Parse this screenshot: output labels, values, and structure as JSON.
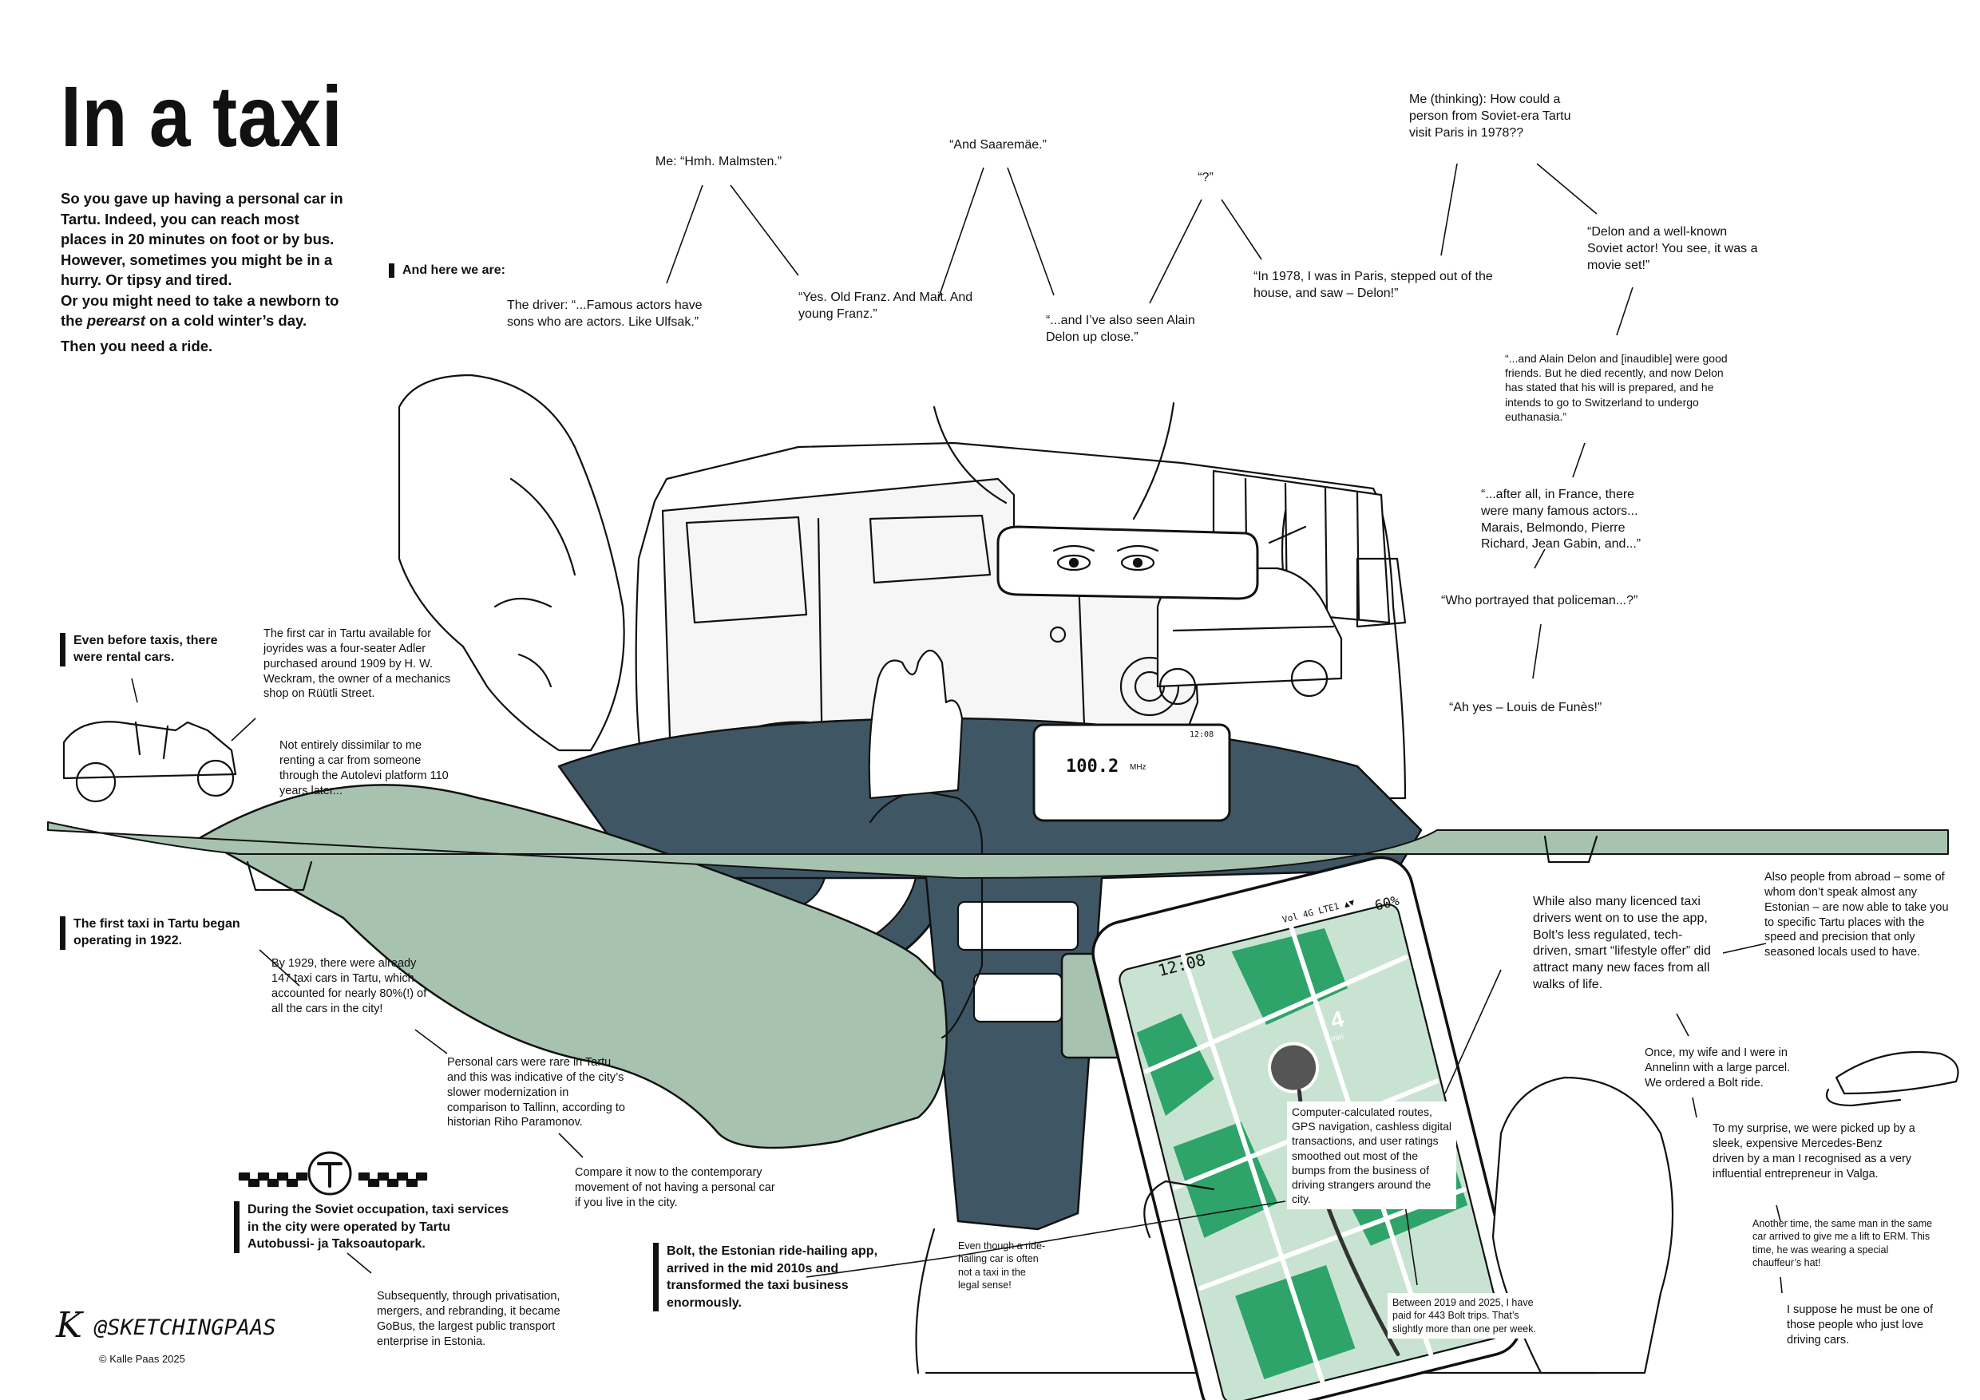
{
  "title": "In a taxi",
  "intro": {
    "p1_a": "So you gave up having a personal car in Tartu. Indeed, you can reach most places in 20 minutes on foot or by bus. However, sometimes you might be in a hurry. Or tipsy and tired.",
    "p1_b": "Or you might need to take a newborn to the ",
    "p1_em": "perearst",
    "p1_c": " on a cold winter’s day.",
    "p2": "Then you need a ride."
  },
  "here_we_are": "And here we are:",
  "dialogue": {
    "d1": "The driver: “...Famous actors have sons who are actors. Like Ulfsak.”",
    "d2": "Me: “Hmh. Malmsten.”",
    "d3": "“Yes. Old Franz. And Mait. And young Franz.”",
    "d4": "“And Saaremäe.”",
    "d5": "“...and I’ve also seen Alain Delon up close.”",
    "d6": "“?”",
    "d7": "“In 1978, I was in Paris, stepped out of the house, and saw – Delon!”",
    "d8": "Me (thinking): How could a person from Soviet-era Tartu visit Paris in 1978??",
    "d9": "“Delon and a well-known Soviet actor! You see, it was a movie set!”",
    "d10": "“...and Alain Delon and [inaudible] were good friends. But he died recently, and now Delon has stated that his will is prepared, and he intends to go to Switzerland to undergo euthanasia.”",
    "d11": "“...after all, in France, there were many famous actors... Marais, Belmondo, Pierre Richard, Jean Gabin, and...”",
    "d12": "“Who portrayed that policeman...?”",
    "d13": "“Ah yes – Louis de Funès!”"
  },
  "history": {
    "rental_heading": "Even before taxis, there were rental cars.",
    "rental_text": "The first car in Tartu available for joyrides was a four-seater Adler purchased around 1909 by H. W. Weckram, the owner of a mechanics shop on Rüütli Street.",
    "autolevi_text": "Not entirely dissimilar to me renting a car from someone through the Autolevi platform 110 years later...",
    "first_taxi_heading": "The first taxi in Tartu began operating in 1922.",
    "taxi_1929": "By 1929, there were already 147 taxi cars in Tartu, which accounted for nearly 80%(!) of all the cars in the city!",
    "personal_cars": "Personal cars were rare in Tartu and this was indicative of the city’s slower modernization in comparison to Tallinn, according to historian Riho Paramonov.",
    "compare": "Compare it now to the contemporary movement of not having a personal car if you live in the city.",
    "soviet_heading": "During the Soviet occupation, taxi services in the city were operated by Tartu Autobussi- ja Taksoautopark.",
    "gobus": "Subsequently, through privatisation, mergers, and rebranding, it became GoBus, the largest public transport enterprise in Estonia.",
    "bolt_heading": "Bolt, the Estonian ride-hailing app, arrived in the mid 2010s and transformed the taxi business enormously.",
    "not_taxi": "Even though a ride-hailing car is often not a taxi in the legal sense!",
    "computer": "Computer-calculated routes, GPS navigation, cashless digital transactions, and user ratings smoothed out most of the bumps from the business of driving strangers around the city.",
    "trips": "Between 2019 and 2025, I have paid for 443 Bolt trips. That’s slightly more than one per week.",
    "licenced": "While also many licenced taxi drivers went on to use the app, Bolt’s less regulated, tech-driven, smart “lifestyle offer” did attract many new faces from all walks of life.",
    "abroad": "Also people from abroad – some of whom don’t speak almost any Estonian – are now able to take you to specific Tartu places with the speed and precision that only seasoned locals used to have.",
    "annelinn": "Once, my wife and I were in Annelinn with a large parcel. We ordered a Bolt ride.",
    "surprise": "To my surprise, we were picked up by a sleek, expensive Mercedes-Benz driven by a man I recognised as a very influential entrepreneur in Valga.",
    "erm": "Another time, the same man in the same car arrived to give me a lift to ERM. This time, he was wearing a special chauffeur’s hat!",
    "love_cars": "I suppose he must be one of those people who just love driving cars."
  },
  "phone": {
    "time": "12:08",
    "status": "Vol 4G  LTE1 ▲▼",
    "battery": "60%",
    "eta_number": "4",
    "eta_unit": "min"
  },
  "radio": {
    "frequency": "100.2",
    "unit": "MHz",
    "clock": "12:08"
  },
  "signature": {
    "initials": "K",
    "handle": "@SKETCHINGPAAS",
    "copyright": "© Kalle Paas 2025"
  },
  "colors": {
    "sage": "#a8c2b0",
    "slate": "#3f5764",
    "map_green": "#2ea36a",
    "map_light": "#c9e3d2",
    "ink": "#111111"
  }
}
